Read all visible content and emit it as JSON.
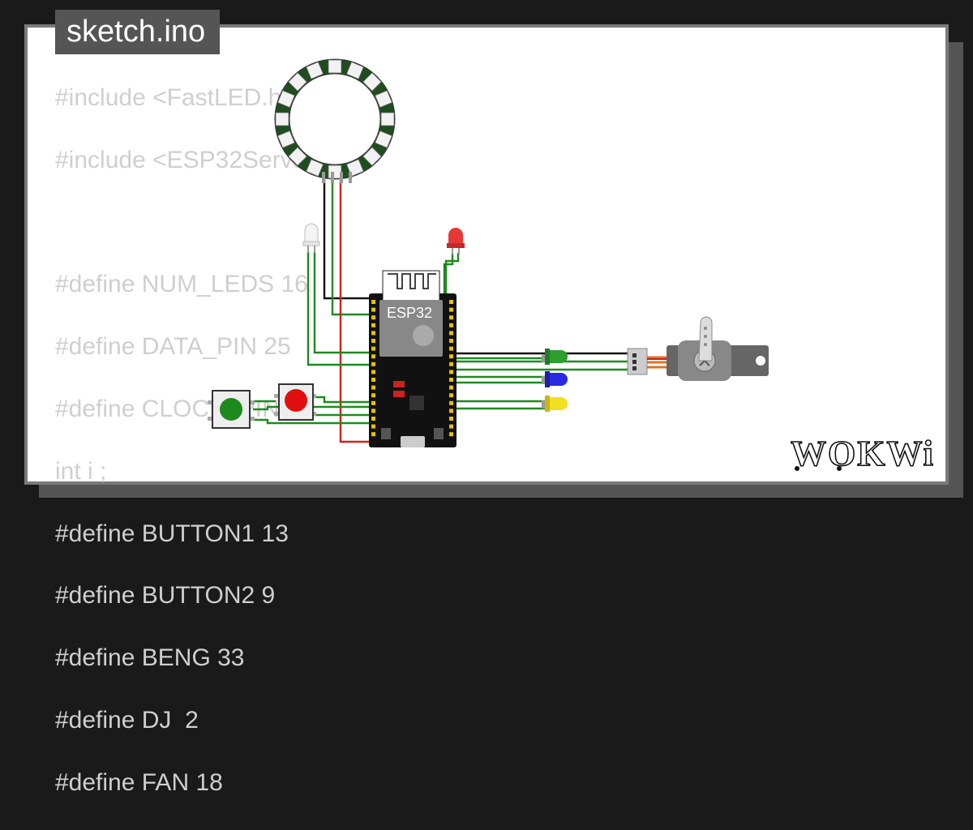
{
  "window": {
    "title": "sketch.ino"
  },
  "code_lines": [
    "#include <FastLED.h>",
    "#include <ESP32Servo.h>",
    "",
    "#define NUM_LEDS 16",
    "#define DATA_PIN 25",
    "#define CLOCK_PIN 13",
    "int i ;",
    "#define BUTTON1 13",
    "#define BUTTON2 9",
    "#define BENG 33",
    "#define DJ  2",
    "#define FAN 18"
  ],
  "board": {
    "label": "ESP32"
  },
  "brand": {
    "logo_text": "WOKWi"
  },
  "colors": {
    "background": "#1a1a1a",
    "card": "#ffffff",
    "code_text": "#cfcfcf",
    "ring": "#1f4d1f",
    "board": "#111111",
    "wire_green": "#1e8a1e",
    "wire_red": "#d42020",
    "wire_black": "#111111",
    "led_red": "#e53935",
    "led_green": "#2e9e2e",
    "led_blue": "#2a2ae0",
    "led_yellow": "#f0e020",
    "button_red": "#e01010",
    "button_green": "#1e8a1e"
  },
  "icons": [
    "neopixel-ring-icon",
    "esp32-board-icon",
    "servo-icon",
    "led-icon",
    "pushbutton-icon",
    "wokwi-logo-icon"
  ]
}
